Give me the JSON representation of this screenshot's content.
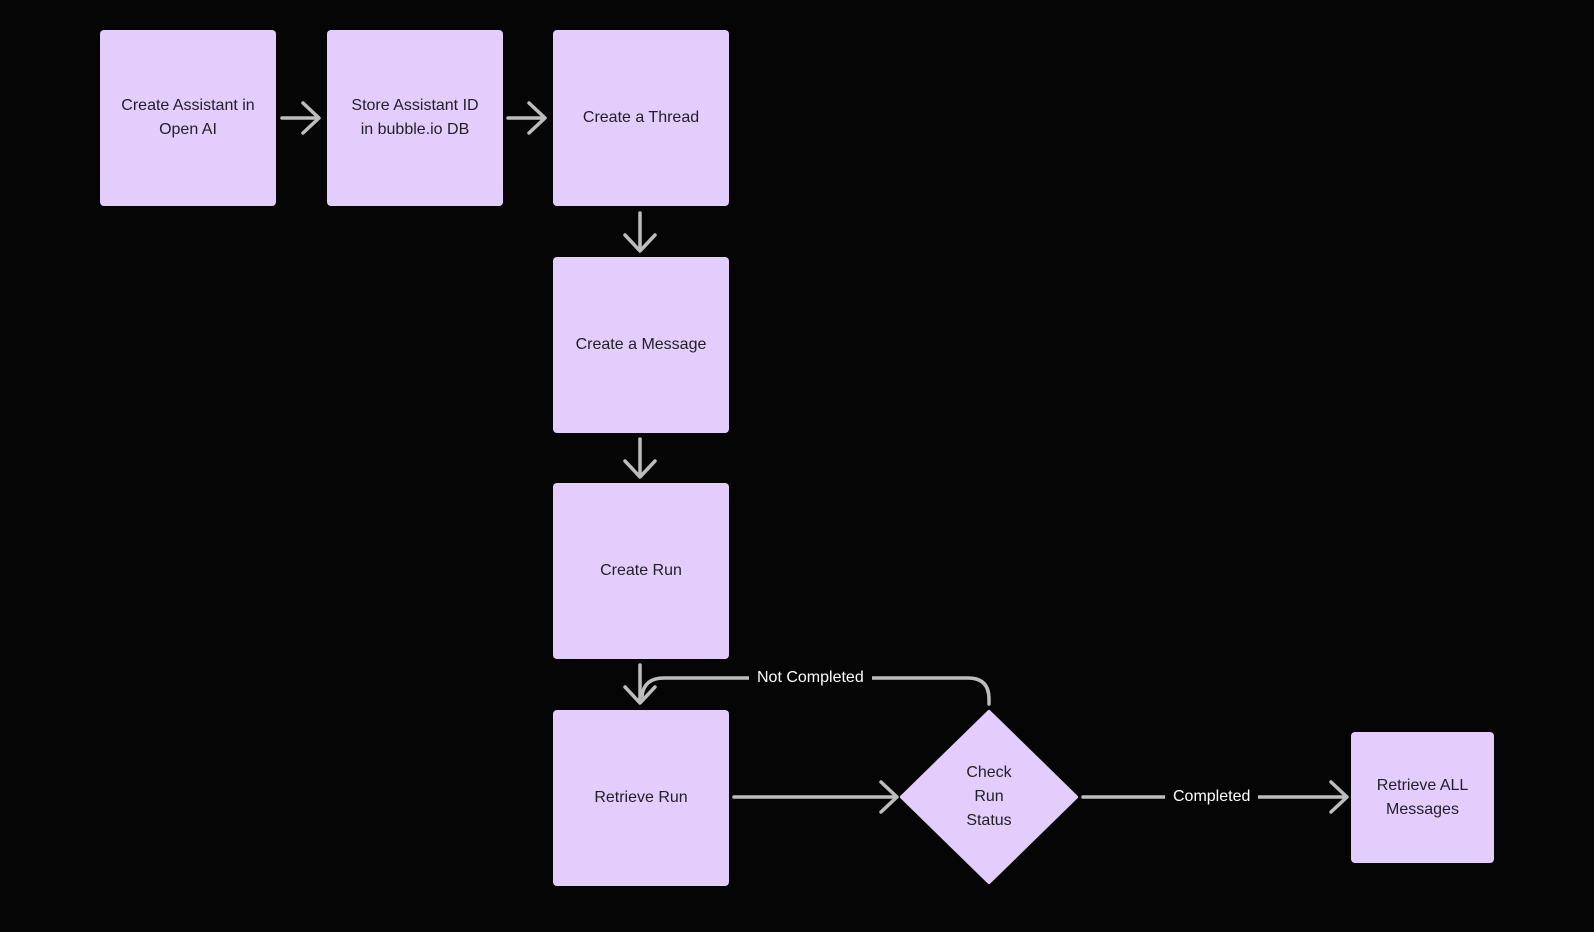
{
  "colors": {
    "background": "#050505",
    "node_fill": "#e3cdfc",
    "node_text": "#1f1f24",
    "connector": "#bdbdbd",
    "edge_label_text": "#ffffff"
  },
  "nodes": {
    "create_assistant": "Create Assistant in\nOpen AI",
    "store_assistant_id": "Store Assistant ID\nin bubble.io DB",
    "create_thread": "Create a Thread",
    "create_message": "Create a Message",
    "create_run": "Create Run",
    "retrieve_run": "Retrieve Run",
    "check_run_status": "Check\nRun\nStatus",
    "retrieve_all_messages": "Retrieve ALL\nMessages"
  },
  "edge_labels": {
    "not_completed": "Not Completed",
    "completed": "Completed"
  }
}
